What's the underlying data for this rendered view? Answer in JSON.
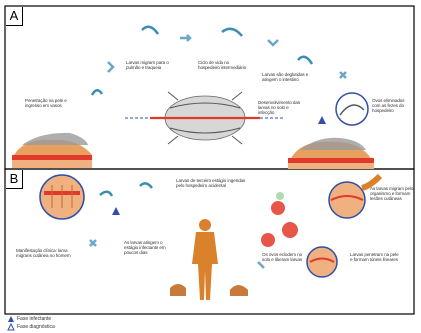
{
  "panels": [
    {
      "letter": "A"
    },
    {
      "letter": "B"
    }
  ],
  "labels_a": [
    "Penetração na pele e ingresso em vasos",
    "Larvas migram para o pulmão e traqueia",
    "Ciclo de vida no hospedeiro intermediário",
    "Larvas são deglutidas e atingem o intestino",
    "Ovos eliminados com as fezes do hospedeiro",
    "Desenvolvimento das larvas no solo e infecção"
  ],
  "labels_b": [
    "Larvas de terceiro estágio ingeridas pelo hospedeiro acidental",
    "As larvas migram pelo organismo e formam lesões cutâneas",
    "Larvas penetram na pele e formam túneis lineares",
    "Os ovos eclodem no solo e liberam larvas",
    "As larvas atingem o estágio infectante em poucos dias",
    "Manifestação clínica: larva migrans cutânea no homem"
  ],
  "legend": [
    {
      "text": "Fase infectante",
      "color": "#2f4fa8",
      "filled": true
    },
    {
      "text": "Fase diagnóstica",
      "color": "#2f4fa8",
      "filled": false
    }
  ],
  "colors": {
    "skin": "#e8a060",
    "skin_dark": "#c56a30",
    "flesh": "#f0c4a0",
    "red_line": "#e23a2a",
    "larva_blue": "#3a8fb0",
    "human": "#d9822b",
    "arrow_blue": "#6aa7c9"
  }
}
